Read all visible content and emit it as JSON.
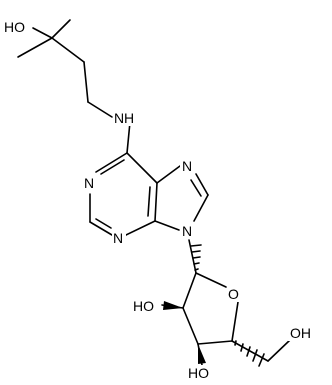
{
  "structure": {
    "labels": {
      "ho_top": "HO",
      "nh": "N",
      "nh_h": "H",
      "n1": "N",
      "n3": "N",
      "n7": "N",
      "n9": "N",
      "o_ring": "O",
      "ho_c2": "HO",
      "ho_c3": "HO",
      "oh_c5": "OH"
    },
    "colors": {
      "bonds": "#000000",
      "text": "#000000",
      "background": "#ffffff"
    }
  }
}
